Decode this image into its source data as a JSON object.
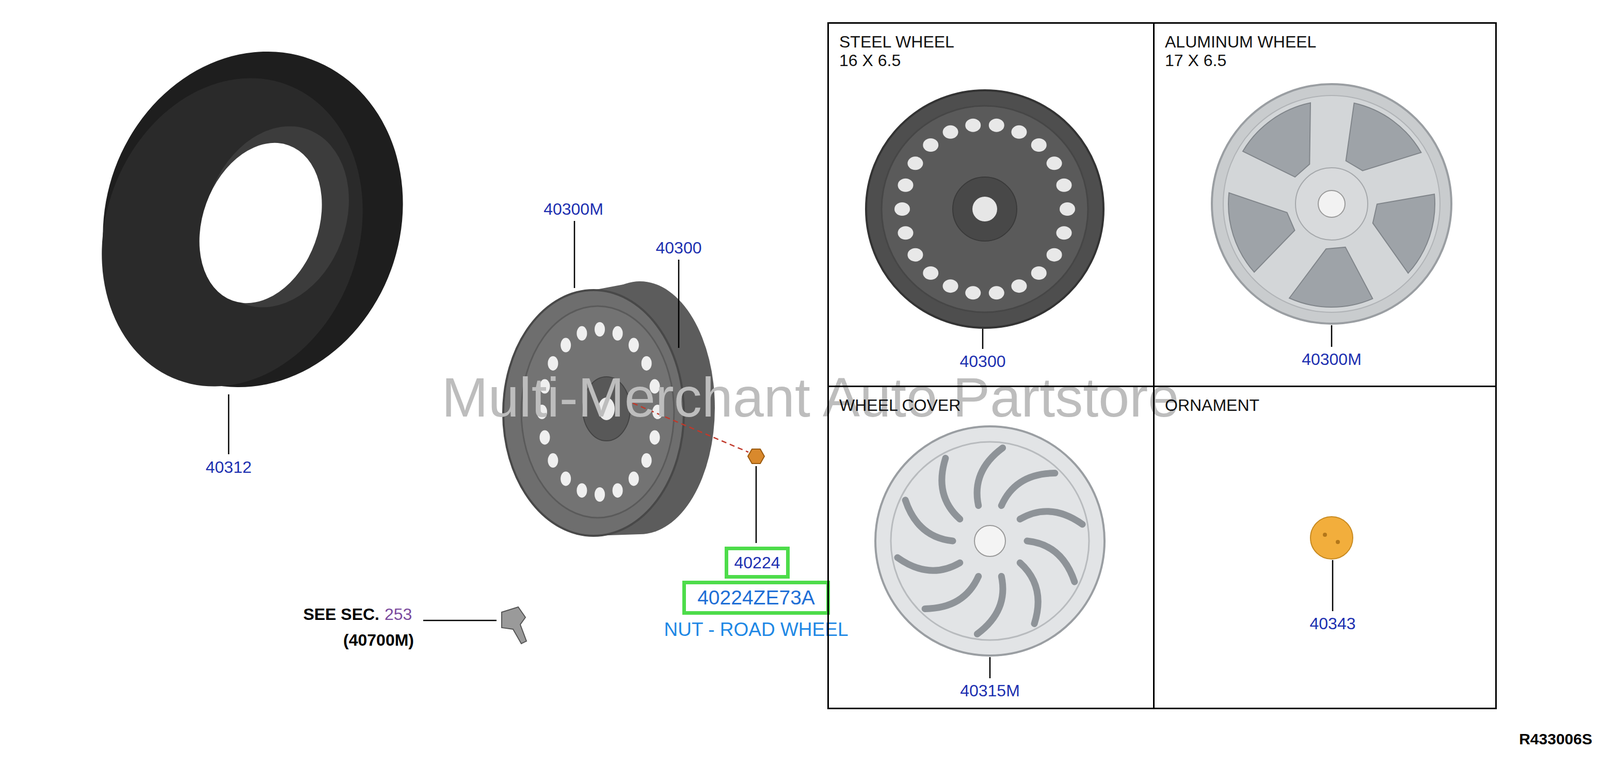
{
  "diagram": {
    "nodes": [
      {
        "text": [
          "40224"
        ]
      },
      {
        "text": [
          "40224ZE73A"
        ]
      },
      {
        "text": [
          "STEEL WHEEL 16 X 6.5",
          "40300"
        ]
      },
      {
        "text": [
          "ALUMINUM WHEEL 17 X 6.5",
          "40300M"
        ]
      },
      {
        "text": [
          "WHEEL COVER",
          "40315M"
        ]
      },
      {
        "text": [
          "ORNAMENT",
          "40343"
        ]
      }
    ],
    "labels": [
      "40312",
      "40300M",
      "40300",
      "NUT - ROAD WHEEL",
      "SEE SEC.",
      "253",
      "(40700M)",
      "Multi-Merchant Auto Partstore",
      "R433006S"
    ]
  }
}
